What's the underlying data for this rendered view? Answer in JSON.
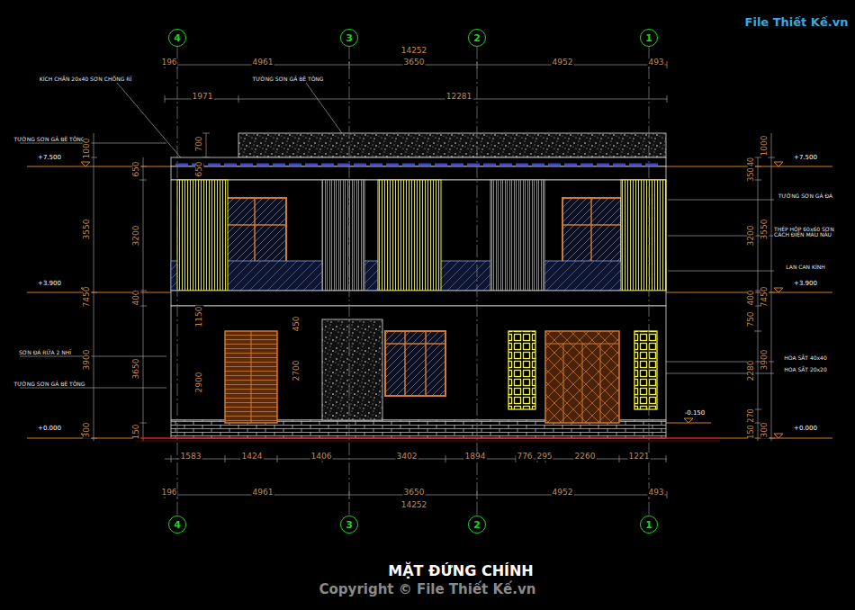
{
  "diagram": {
    "title": "MẶT ĐỨNG CHÍNH",
    "nodes": [
      {
        "text": [
          "4"
        ]
      },
      {
        "text": [
          "3"
        ]
      },
      {
        "text": [
          "2"
        ]
      },
      {
        "text": [
          "1"
        ]
      },
      {
        "text": [
          "4"
        ]
      },
      {
        "text": [
          "3"
        ]
      },
      {
        "text": [
          "2"
        ]
      },
      {
        "text": [
          "1"
        ]
      }
    ],
    "edges": [
      {
        "from": 0,
        "to": 4,
        "arrow": "none"
      },
      {
        "from": 1,
        "to": 5,
        "arrow": "none"
      },
      {
        "from": 2,
        "to": 6,
        "arrow": "none"
      },
      {
        "from": 3,
        "to": 7,
        "arrow": "none"
      }
    ],
    "labels": [
      "File Thiết Kế.vn",
      "14252",
      "196",
      "4961",
      "3650",
      "4952",
      "493",
      "KÍCH CHẮN 20x40 SƠN CHỐNG RỈ",
      "TƯỜNG SƠN GẢ BÊ TÔNG",
      "1971",
      "12281",
      "TƯỜNG SƠN GẢ BÊ TÔNG",
      "+7.500",
      "1000",
      "700",
      "650",
      "650",
      "3550",
      "3200",
      "+3.900",
      "7450",
      "400",
      "1150",
      "3900",
      "3650",
      "2900",
      "SƠN ĐÁ RỬA 2 NHĨ",
      "TƯỜNG SƠN GẢ BÊ TÔNG",
      "+0.000",
      "300",
      "150",
      "450",
      "2700",
      "40",
      "350",
      "+7.500",
      "1000",
      "TƯỜNG SƠN GẢ ĐÁ",
      "3200",
      "3550",
      "THÉP HỘP 60x60 SƠN CÁCH ĐIỆN MÀU NÂU",
      "LAN CAN KÍNH",
      "+3.900",
      "400",
      "7450",
      "750",
      "3900",
      "HOA SẮT 40x40",
      "HOA SẮT 20x20",
      "2280",
      "270",
      "-0.150",
      "+0.000",
      "150",
      "300",
      "1583",
      "1424",
      "1406",
      "3402",
      "1894",
      "776",
      "295",
      "2260",
      "1221",
      "196",
      "4961",
      "3650",
      "4952",
      "493",
      "14252",
      "Copyright © File Thiết Kế.vn"
    ]
  }
}
